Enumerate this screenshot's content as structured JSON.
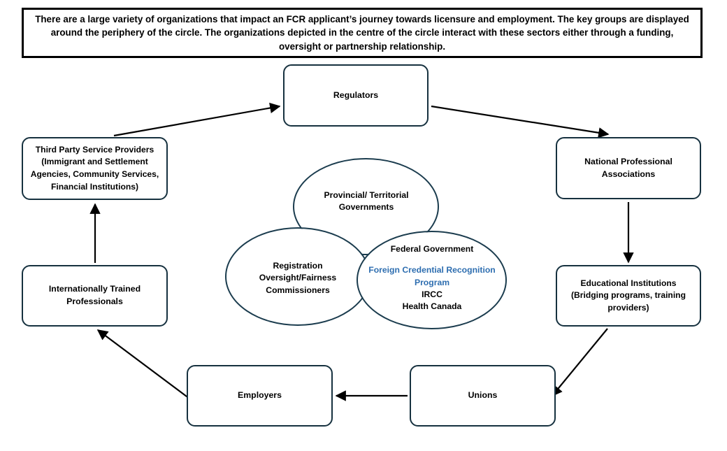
{
  "caption": {
    "text": "There are a large variety of organizations that impact an FCR applicant’s journey towards licensure and employment. The key groups are displayed around the periphery of the circle. The organizations depicted in the centre of the circle interact with these sectors either through a funding, oversight or partnership relationship."
  },
  "colors": {
    "node_border": "#16313f",
    "ellipse_border": "#1b3c4e",
    "caption_border": "#000000",
    "link_text": "#2e6eb0",
    "body_text": "#000000",
    "background": "#ffffff"
  },
  "periphery": {
    "regulators": {
      "label": "Regulators"
    },
    "third_party_service_providers": {
      "label": "Third Party Service Providers (Immigrant and Settlement Agencies, Community Services, Financial Institutions)"
    },
    "national_professional_associations": {
      "label": "National Professional Associations"
    },
    "internationally_trained_professionals": {
      "label": "Internationally Trained Professionals"
    },
    "educational_institutions": {
      "label": "Educational Institutions (Bridging programs, training providers)"
    },
    "employers": {
      "label": "Employers"
    },
    "unions": {
      "label": "Unions"
    }
  },
  "centre": {
    "provincial_territorial_governments": {
      "label": "Provincial/ Territorial Governments"
    },
    "registration_oversight_commissioners": {
      "label": "Registration Oversight/Fairness Commissioners"
    },
    "federal_government": {
      "heading": "Federal Government",
      "program_link": "Foreign Credential Recognition Program",
      "departments": [
        "IRCC",
        "Health Canada"
      ]
    }
  },
  "connections": [
    {
      "from": "third-party-service-providers",
      "to": "regulators",
      "style": "arrow"
    },
    {
      "from": "regulators",
      "to": "national-professional-associations",
      "style": "arrow"
    },
    {
      "from": "internationally-trained-professionals",
      "to": "third-party-service-providers",
      "style": "arrow"
    },
    {
      "from": "national-professional-associations",
      "to": "educational-institutions",
      "style": "arrow"
    },
    {
      "from": "educational-institutions",
      "to": "unions",
      "style": "arrow"
    },
    {
      "from": "unions",
      "to": "employers",
      "style": "arrow"
    },
    {
      "from": "employers",
      "to": "internationally-trained-professionals",
      "style": "arrow"
    }
  ]
}
